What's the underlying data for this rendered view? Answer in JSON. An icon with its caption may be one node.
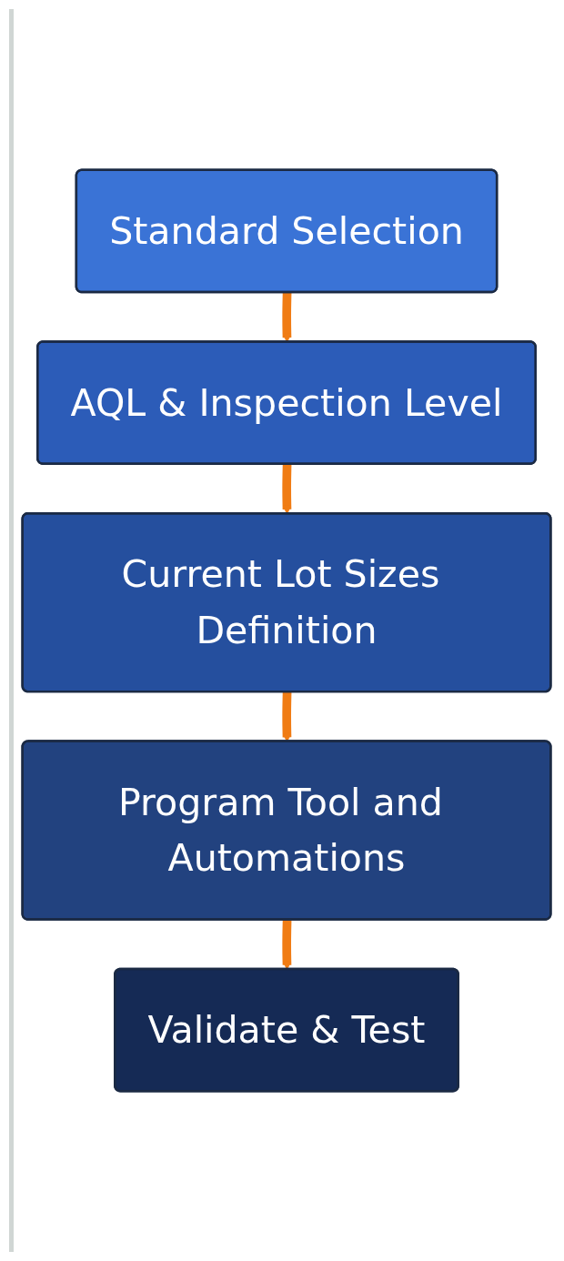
{
  "diagram": {
    "nodes": [
      {
        "text": [
          "Standard Selection"
        ]
      },
      {
        "text": [
          "AQL & Inspection Level"
        ]
      },
      {
        "text": [
          "Current Lot Sizes Definition"
        ]
      },
      {
        "text": [
          "Program Tool and Automations"
        ]
      },
      {
        "text": [
          "Validate & Test"
        ]
      }
    ],
    "edges": [
      {
        "from": 0,
        "to": 1,
        "arrow": "to"
      },
      {
        "from": 1,
        "to": 2,
        "arrow": "to"
      },
      {
        "from": 2,
        "to": 3,
        "arrow": "to"
      },
      {
        "from": 3,
        "to": 4,
        "arrow": "to"
      }
    ]
  }
}
